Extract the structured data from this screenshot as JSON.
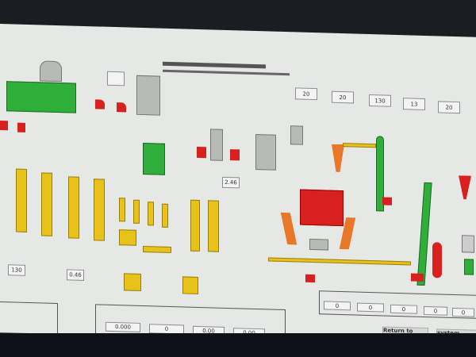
{
  "top_values": [
    "20",
    "20",
    "130",
    "13",
    "20"
  ],
  "left_readouts": [
    "130",
    "0.46"
  ],
  "center_readout": "2.46",
  "bottom_panel": {
    "fields": [
      "0.000",
      "0",
      "0.00",
      "0.00"
    ]
  },
  "right_panel": {
    "values": [
      "0",
      "0",
      "0",
      "0",
      "0"
    ]
  },
  "buttons": {
    "return_login": "Return to login",
    "system_setting": "system setting"
  },
  "colors": {
    "screen": "#e6e8e6",
    "equipment_green": "#2fae3a",
    "equipment_yellow": "#e6c21a",
    "equipment_red": "#d8201e",
    "chute_orange": "#e8772a"
  }
}
